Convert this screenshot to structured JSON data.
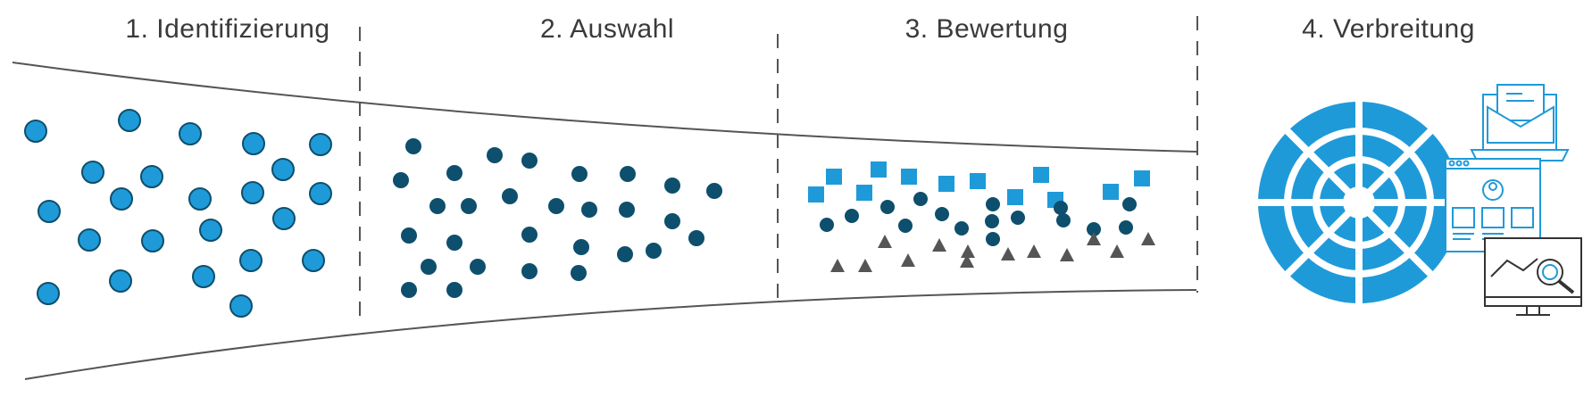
{
  "stages": [
    {
      "label": "1. Identifizierung"
    },
    {
      "label": "2. Auswahl"
    },
    {
      "label": "3. Bewertung"
    },
    {
      "label": "4. Verbreitung"
    }
  ],
  "colors": {
    "light_blue": "#1f9ad9",
    "dark_blue": "#0d4f6c",
    "gray": "#555555",
    "line": "#555555",
    "icon_stroke": "#1f9ad9"
  },
  "icons": [
    "target-icon",
    "email-icon",
    "profile-browser-icon",
    "analytics-monitor-icon"
  ]
}
